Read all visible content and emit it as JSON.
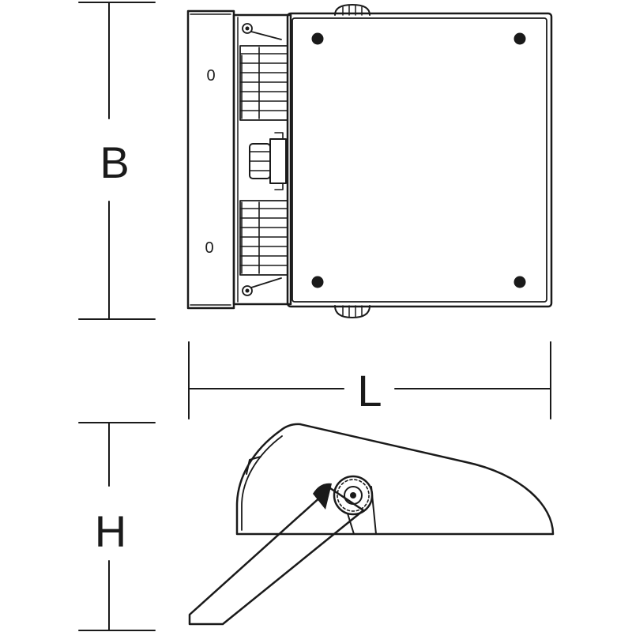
{
  "dimensions": {
    "b_label": "B",
    "l_label": "L",
    "h_label": "H"
  },
  "top_view": {
    "marking_upper": "0",
    "marking_lower": "0"
  },
  "colors": {
    "line": "#1a1a1a",
    "background": "#ffffff"
  }
}
